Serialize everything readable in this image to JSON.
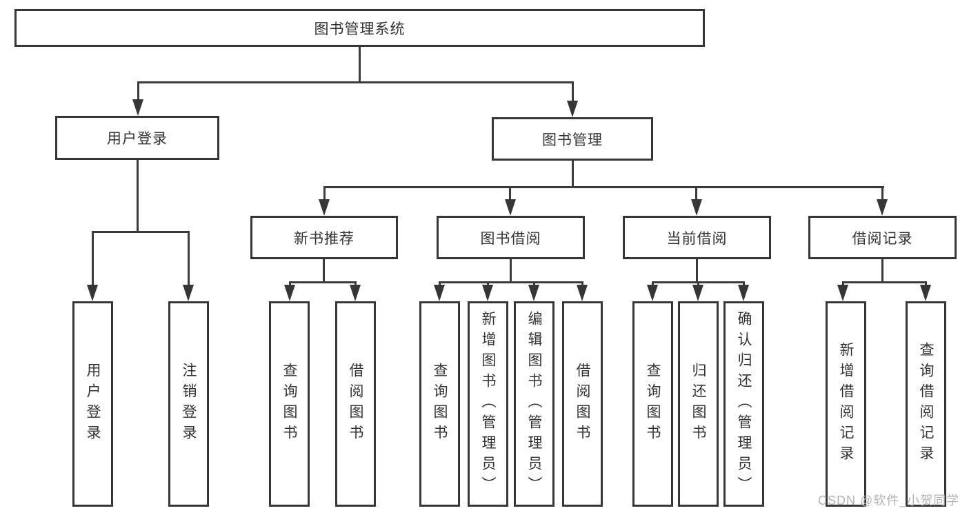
{
  "diagram": {
    "root": "图书管理系统",
    "user_branch": {
      "label": "用户登录",
      "children": [
        "用户登录",
        "注销登录"
      ]
    },
    "book_branch": {
      "label": "图书管理",
      "groups": [
        {
          "label": "新书推荐",
          "children": [
            "查询图书",
            "借阅图书"
          ]
        },
        {
          "label": "图书借阅",
          "children": [
            "查询图书",
            "新增图书（管理员）",
            "编辑图书（管理员）",
            "借阅图书"
          ]
        },
        {
          "label": "当前借阅",
          "children": [
            "查询图书",
            "归还图书",
            "确认归还（管理员）"
          ]
        },
        {
          "label": "借阅记录",
          "children": [
            "新增借阅记录",
            "查询借阅记录"
          ]
        }
      ]
    }
  },
  "watermark": "CSDN @软件_小贺同学",
  "colors": {
    "line": "#3a3a3a",
    "text": "#333333",
    "watermark": "#b3b3b3",
    "background": "#ffffff"
  }
}
